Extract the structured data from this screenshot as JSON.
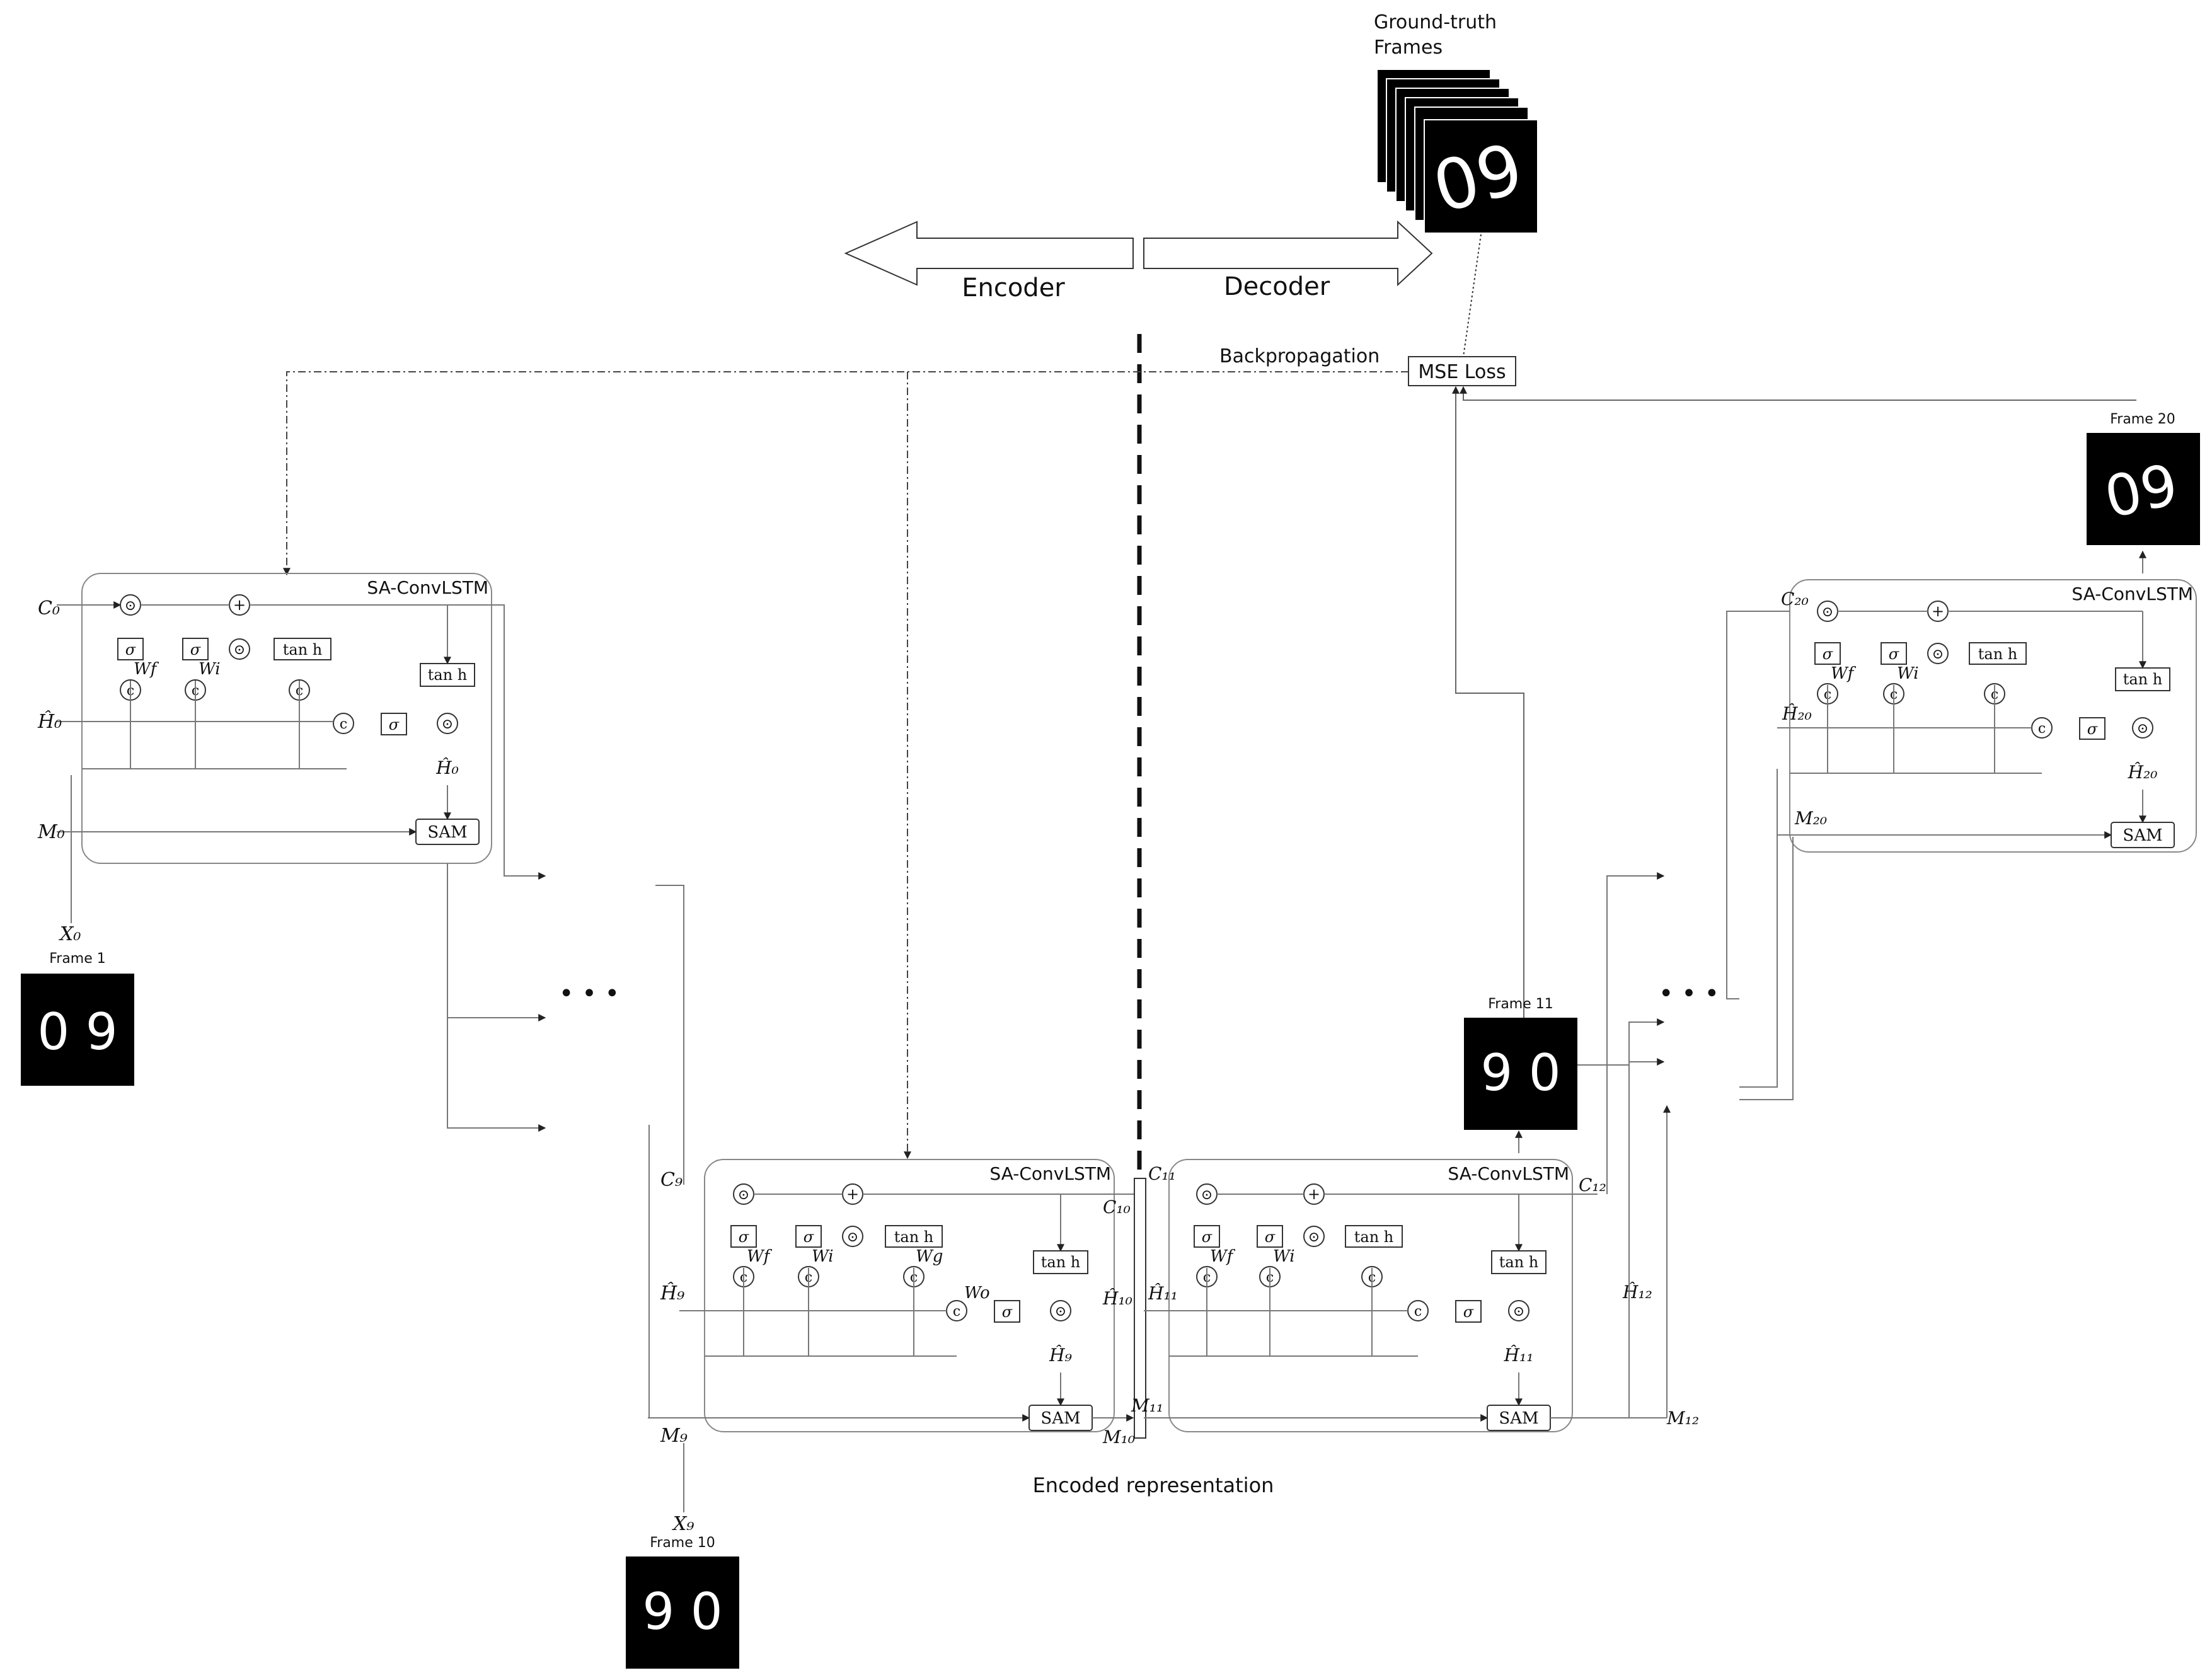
{
  "header": {
    "ground_truth_line1": "Ground-truth",
    "ground_truth_line2": "Frames",
    "encoder_label": "Encoder",
    "decoder_label": "Decoder",
    "backprop_label": "Backpropagation",
    "mse_loss_label": "MSE Loss",
    "encoded_representation_label": "Encoded representation",
    "ellipsis": "• • •"
  },
  "cells": [
    {
      "id": "cell0",
      "title": "SA-ConvLSTM",
      "c_label": "C₀",
      "h_label": "Ĥ₀",
      "m_label": "M₀",
      "hout_label": "Ĥ₀",
      "wf": "Wf",
      "wi": "Wi",
      "wg": "",
      "wo": "",
      "tanh_label": "tan h",
      "sam_label": "SAM",
      "sigma": "σ",
      "dot": "⊙",
      "plus": "+",
      "concat": "c"
    },
    {
      "id": "cell9",
      "title": "SA-ConvLSTM",
      "c_label": "C₉",
      "h_label": "Ĥ₉",
      "m_label": "M₉",
      "hout_label": "Ĥ₉",
      "wf": "Wf",
      "wi": "Wi",
      "wg": "Wg",
      "wo": "Wo",
      "tanh_label": "tan h",
      "sam_label": "SAM",
      "sigma": "σ",
      "dot": "⊙",
      "plus": "+",
      "concat": "c"
    },
    {
      "id": "cell11",
      "title": "SA-ConvLSTM",
      "c_label": "C₁₁",
      "h_label": "Ĥ₁₁",
      "m_label": "M₁₁",
      "hout_label": "Ĥ₁₁",
      "wf": "Wf",
      "wi": "Wi",
      "wg": "",
      "wo": "",
      "tanh_label": "tan h",
      "sam_label": "SAM",
      "sigma": "σ",
      "dot": "⊙",
      "plus": "+",
      "concat": "c"
    },
    {
      "id": "cell20",
      "title": "SA-ConvLSTM",
      "c_label": "C₂₀",
      "h_label": "Ĥ₂₀",
      "m_label": "M₂₀",
      "hout_label": "Ĥ₂₀",
      "wf": "Wf",
      "wi": "Wi",
      "wg": "",
      "wo": "",
      "tanh_label": "tan h",
      "sam_label": "SAM",
      "sigma": "σ",
      "dot": "⊙",
      "plus": "+",
      "concat": "c"
    }
  ],
  "labels": {
    "x0": "X₀",
    "x9": "X₉",
    "c10": "C₁₀",
    "h10": "Ĥ₁₀",
    "m10": "M₁₀",
    "c12": "C₁₂",
    "h12": "Ĥ₁₂",
    "m12": "M₁₂"
  },
  "frames": {
    "frame1": {
      "label": "Frame 1",
      "digits": "0 9"
    },
    "frame10": {
      "label": "Frame 10",
      "digits": "9 0"
    },
    "frame11": {
      "label": "Frame 11",
      "digits": "9 0"
    },
    "frame20": {
      "label": "Frame 20",
      "digits": "09"
    },
    "ground_truth": {
      "digits": "09"
    }
  }
}
